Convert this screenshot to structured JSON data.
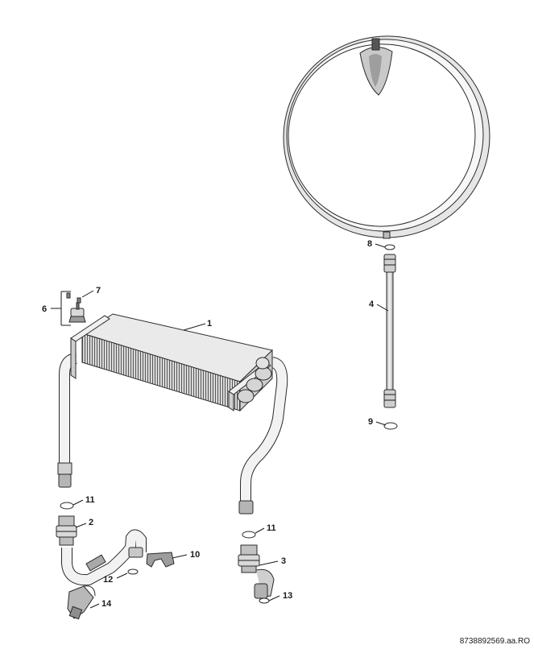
{
  "callouts": {
    "p1": "1",
    "p2": "2",
    "p3": "3",
    "p4": "4",
    "p6": "6",
    "p7": "7",
    "p8": "8",
    "p9": "9",
    "p10": "10",
    "p11a": "11",
    "p11b": "11",
    "p12": "12",
    "p13": "13",
    "p14": "14"
  },
  "document_id": "8738892569.aa.RO"
}
